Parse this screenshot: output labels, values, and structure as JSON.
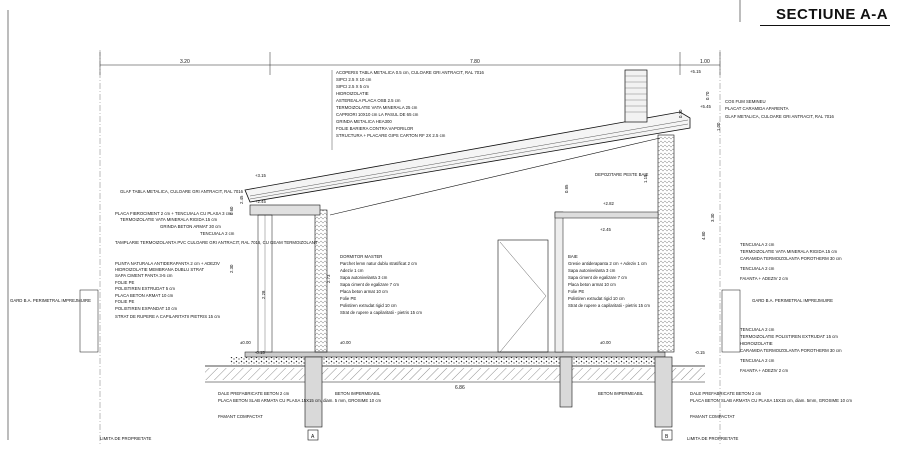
{
  "title": "SECTIUNE A-A",
  "dims_top": [
    "3.20",
    "7.80",
    "1.00"
  ],
  "dim_bottom": "6.86",
  "grid_axes": [
    "A",
    "B"
  ],
  "roof_layers": [
    "ACOPERIS TABLA METALICA 0.5 cm, CULOARE GRI ANTRACIT, RAL 7016",
    "SIPCI 2.5 X 10 cm",
    "SIPCI 2.5 X 5 cm",
    "HIDROIZOLATIE",
    "ASTEREALA PLACA OSB 2.5 cm",
    "TERMOIZOLATIE VATA MINERALA 25 cm",
    "CAPRIORI 10X10 cm LA PASUL DE 65 cm",
    "GRINDA METALICA HEA300",
    "FOLIE BARIERA CONTRA VAPORILOR",
    "STRUCTURA + PLACARE GIPS CARTON RF 2X 2.5 cm"
  ],
  "left_notes": [
    "GLAF TABLA METALICA, CULOARE GRI ANTRACIT, RAL 7016",
    "PLACA FIBROCIMENT 2 cm + TENCUIALA CU PLASA 3 cm",
    "TERMOIZOLATIE VATA MINERALA RIGIDA 15 cm",
    "GRINDA BETON ARMAT 30 cm",
    "TENCUIALA 2 cm",
    "TAMPLARIE TERMOIZOLANTA PVC CULOARE GRI ANTRACIT, RAL 7016, CU GEAM TERMOIZOLANT",
    "PLINTA NATURALA ANTIDERAPANTA 2 cm + ADEZIV",
    "HIDROIZOLATIE MEMBRANA DUBLU STRAT",
    "SAPA CIMENT PANTA 3-5 cm",
    "FOLIE PE",
    "POLISTIREN EXTRUDAT 5 cm",
    "PLACA BETON ARMAT 10 cm",
    "FOLIE PE",
    "POLISTIREN EXPANDAT 10 cm",
    "STRAT DE RUPERE A CAPILARITATII PIETRIS 15 cm"
  ],
  "fence_label": "GARD B.A. PERIMETRAL IMPREJMUIRE",
  "property_limit": "LIMITA DE PROPRIETATE",
  "foundation_left": [
    "DALE PREFABRICATE BETON 2 cm",
    "PLACA BETON SLAB ARMATA CU PLASA 15X15 cm, diam. 5 mm, GROSIME 10 cm",
    "PAMANT COMPACTAT"
  ],
  "foundation_right": [
    "DALE PREFABRICATE BETON 2 cm",
    "PLACA BETON SLAB ARMATA CU PLASA 15X15 cm, diam. 5mm, GROSIME 10 cm",
    "PAMANT COMPACTAT"
  ],
  "beton_impermeabil": "BETON IMPERMEABIL",
  "room1_title": "DORMITOR MASTER",
  "room1_layers": [
    "Parchet lemn natur dublu stratificat 2 cm",
    "Adeziv 1 cm",
    "Sapa autonivelanta 3 cm",
    "Sapa ciment de egalizare 7 cm",
    "Placa beton armat 10 cm",
    "Folie PE",
    "Polistiren extrudat rigid 10 cm",
    "Strat de rupere a capilaritatii - pietris 15 cm"
  ],
  "room2_title": "BAIE",
  "room2_layers": [
    "Gresie antiderapanta 2 cm + Adeziv 1 cm",
    "Sapa autonivelanta 3 cm",
    "Sapa ciment de egalizare 7 cm",
    "Placa beton armat 10 cm",
    "Folie PE",
    "Polistiren extrudat rigid 10 cm",
    "Strat de rupere a capilaritatii - pietris 15 cm"
  ],
  "storage_label": "DEPOZITARE PESTE BAIE",
  "right_top_notes": [
    "COS FUM SEMINEU",
    "PLACAT CARAMIDA APARENTA",
    "GLAF METALICA, CULOARE GRI ANTRACIT, RAL 7016"
  ],
  "right_notes_upper": [
    "TENCUIALA 2 cm",
    "TERMOIZOLATIE VATA MINERALA RIGIDA 15 cm",
    "CARAMIDA TERMOIZOLANTA POROTHERM 30 cm",
    "TENCUIALA 2 cm",
    "FAIANTA + ADEZIV 2 cm"
  ],
  "right_notes_lower": [
    "TENCUIALA 2 cm",
    "TERMOIZOLATIE POLISTIREN EXTRUDAT 15 cm",
    "HIDROIZOLATIE",
    "CARAMIDA TERMOIZOLANTA POROTHERM 30 cm",
    "TENCUIALA 2 cm",
    "FAIANTA + ADEZIV 2 cm"
  ],
  "levels": {
    "top": "+5.15",
    "ridge": "+5.45",
    "eave": "+3.15",
    "l245": "+2.45",
    "l282": "+2.82",
    "l245b": "+2.45",
    "zero_left": "±0.00",
    "zero_mid": "±0.00",
    "zero_right": "±0.00",
    "neg_left": "-0.15",
    "neg_right": "-0.15"
  },
  "vdims": {
    "v245": "2.45",
    "v230": "2.30",
    "v060": "0.60",
    "v273": "2.73",
    "v228": "2.28",
    "v330": "3.30",
    "v480": "4.80",
    "v070": "0.70",
    "v115": "1.15",
    "v085": "0.85",
    "v100": "1.00",
    "v030": "0.30"
  }
}
